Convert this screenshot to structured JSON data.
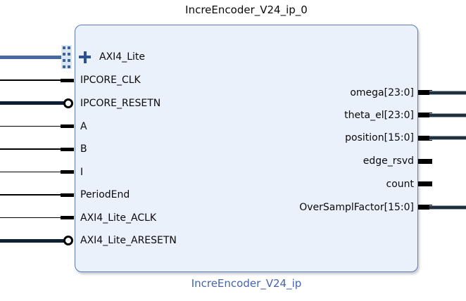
{
  "diagram": {
    "title": "IncreEncoder_V24_ip_0",
    "caption": "IncreEncoder_V24_ip",
    "left_ports": [
      {
        "name": "AXI4_Lite",
        "kind": "interface",
        "expandable": true,
        "connected": true
      },
      {
        "name": "IPCORE_CLK",
        "kind": "signal",
        "connected": true
      },
      {
        "name": "IPCORE_RESETN",
        "kind": "active-low",
        "connected": true
      },
      {
        "name": "A",
        "kind": "signal",
        "connected": true
      },
      {
        "name": "B",
        "kind": "signal",
        "connected": true
      },
      {
        "name": "I",
        "kind": "signal",
        "connected": true
      },
      {
        "name": "PeriodEnd",
        "kind": "signal",
        "connected": true
      },
      {
        "name": "AXI4_Lite_ACLK",
        "kind": "signal",
        "connected": true
      },
      {
        "name": "AXI4_Lite_ARESETN",
        "kind": "active-low",
        "connected": true
      }
    ],
    "right_ports": [
      {
        "name": "omega[23:0]",
        "kind": "bus",
        "connected": true
      },
      {
        "name": "theta_el[23:0]",
        "kind": "bus",
        "connected": true
      },
      {
        "name": "position[15:0]",
        "kind": "bus",
        "connected": true
      },
      {
        "name": "edge_rsvd",
        "kind": "signal",
        "connected": false
      },
      {
        "name": "count",
        "kind": "signal",
        "connected": false
      },
      {
        "name": "OverSamplFactor[15:0]",
        "kind": "bus",
        "connected": true
      }
    ],
    "icons": {
      "expand": "plus-icon",
      "active_low": "inverted-pin-bubble-icon",
      "interface_pin": "dashed-connector-dots-icon"
    },
    "colors": {
      "block_fill": "#eaf1fb",
      "block_border": "#5b7db8",
      "interface_wire": "#46699f",
      "signal_wire": "#000000",
      "reset_wire": "#0e1e33",
      "bus_wire": "#20303f",
      "caption_text": "#4564ad",
      "plus_icon": "#2a5293"
    }
  }
}
